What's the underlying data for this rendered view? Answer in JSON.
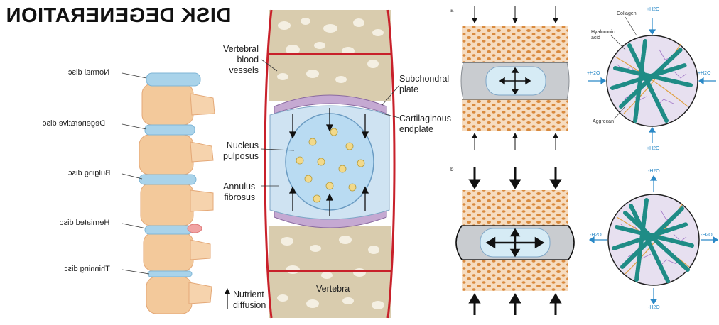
{
  "title": "DISK DEGENERATION",
  "spine": {
    "labels": [
      "Normal disc",
      "Degenerative disc",
      "Bulging disc",
      "Herniated disc",
      "Thinning disc"
    ]
  },
  "anatomy": {
    "vertebral_blood_vessels": [
      "Vertebral",
      "blood",
      "vessels"
    ],
    "subchondral_plate": [
      "Subchondral",
      "plate"
    ],
    "cartilaginous_endplate": [
      "Cartilaginous",
      "endplate"
    ],
    "nucleus_pulposus": [
      "Nucleus",
      "pulposus"
    ],
    "annulus_fibrosus": [
      "Annulus",
      "fibrosus"
    ],
    "vertebra": "Vertebra",
    "nutrient_diffusion": [
      "Nutrient",
      "diffusion"
    ]
  },
  "loading": {
    "panel_a": "a",
    "panel_b": "b",
    "collagen": "Collagen",
    "hyaluronic_acid": [
      "Hyaluronic",
      "acid"
    ],
    "aggrecan": "Aggrecan",
    "water_in": "+H2O",
    "water_out": "-H2O"
  },
  "colors": {
    "bone": "#f3c99b",
    "disc_normal": "#a9d3ea",
    "blood_vessel": "#c8202a",
    "nucleus": "#b9dbf2",
    "collagen": "#1f8c86",
    "aggrecan": "#a378c8",
    "water_arrow": "#2a89c7"
  }
}
